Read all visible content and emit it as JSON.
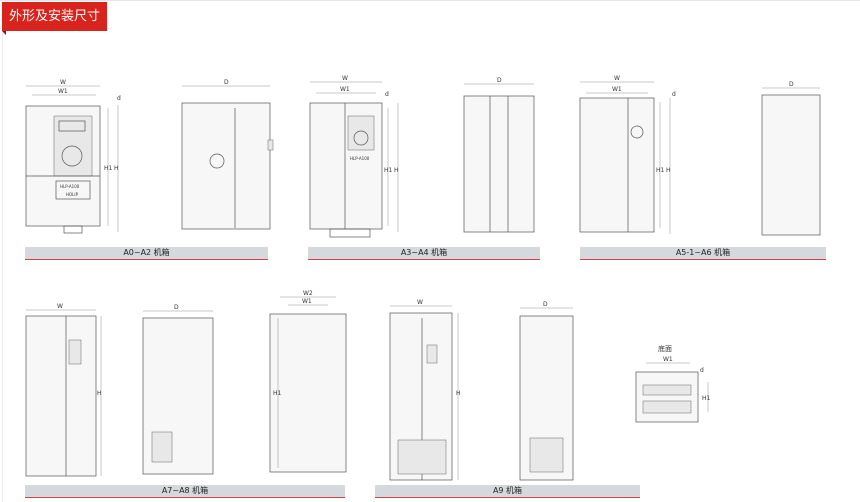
{
  "header": {
    "title": "外形及安装尺寸"
  },
  "captions": {
    "a0_a2": "A0~A2 机箱",
    "a3_a4": "A3~A4 机箱",
    "a5_a6": "A5-1~A6 机箱",
    "a7_a8": "A7~A8 机箱",
    "a9": "A9 机箱"
  },
  "dims": {
    "w": "W",
    "w1": "W1",
    "w2": "W2",
    "h": "H",
    "h1": "H1",
    "d": "D",
    "small_d": "d",
    "bottom": "底面"
  },
  "product": {
    "model": "HLP-A100",
    "brand": "HOLIP"
  },
  "colors": {
    "accent": "#d9231d",
    "caption_bg": "#d5d9de"
  }
}
